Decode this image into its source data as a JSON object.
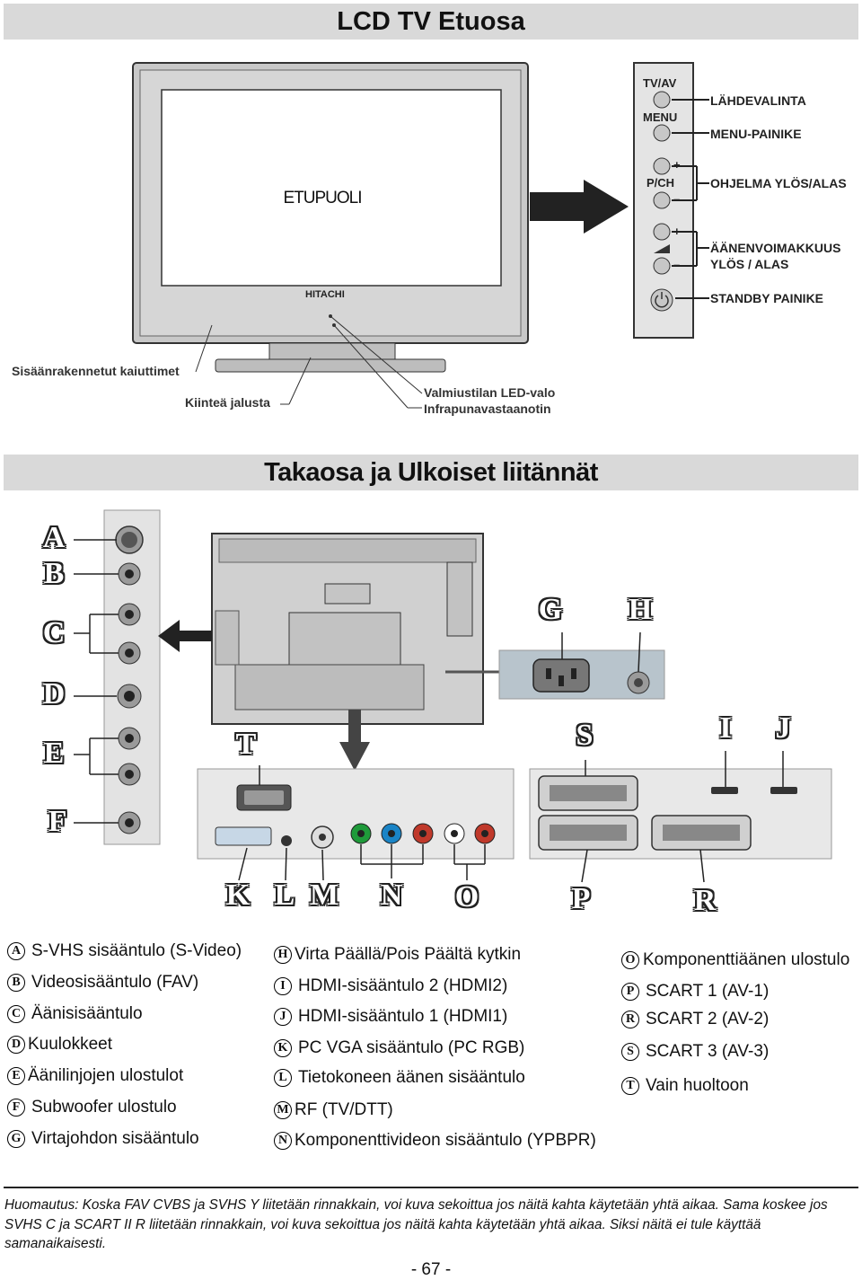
{
  "title_front": "LCD TV Etuosa",
  "title_back": "Takaosa ja Ulkoiset liitännät",
  "front": {
    "screen_label": "ETUPUOLI",
    "brand": "HITACHI",
    "speakers": "Sisäänrakennetut kaiuttimet",
    "stand": "Kiinteä jalusta",
    "led": "Valmiustilan LED-valo",
    "ir": "Infrapunavastaanotin"
  },
  "controls": {
    "tvav": "TV/AV",
    "menu": "MENU",
    "pch": "P/CH",
    "plus": "+",
    "minus": "–",
    "source_label": "LÄHDEVALINTA",
    "menu_label": "MENU-PAINIKE",
    "prog_label": "OHJELMA YLÖS/ALAS",
    "vol_label_1": "ÄÄNENVOIMAKKUUS",
    "vol_label_2": "YLÖS / ALAS",
    "standby_label": "STANDBY PAINIKE"
  },
  "letters": {
    "A": "A",
    "B": "B",
    "C": "C",
    "D": "D",
    "E": "E",
    "F": "F",
    "G": "G",
    "H": "H",
    "I": "I",
    "J": "J",
    "K": "K",
    "L": "L",
    "M": "M",
    "N": "N",
    "O": "O",
    "P": "P",
    "R": "R",
    "S": "S",
    "T": "T"
  },
  "legend": {
    "col1": [
      {
        "letter": "A",
        "text": "S-VHS sisääntulo (S-Video)"
      },
      {
        "letter": "B",
        "text": "Videosisääntulo (FAV)"
      },
      {
        "letter": "C",
        "text": "Äänisisääntulo"
      },
      {
        "letter": "D",
        "text": "Kuulokkeet"
      },
      {
        "letter": "E",
        "text": "Äänilinjojen ulostulot"
      },
      {
        "letter": "F",
        "text": "Subwoofer ulostulo"
      },
      {
        "letter": "G",
        "text": "Virtajohdon sisääntulo"
      }
    ],
    "col2": [
      {
        "letter": "H",
        "text": "Virta Päällä/Pois Päältä kytkin"
      },
      {
        "letter": "I",
        "text": "HDMI-sisääntulo 2 (HDMI2)"
      },
      {
        "letter": "J",
        "text": "HDMI-sisääntulo 1 (HDMI1)"
      },
      {
        "letter": "K",
        "text": "PC VGA sisääntulo (PC RGB)"
      },
      {
        "letter": "L",
        "text": "Tietokoneen äänen sisääntulo"
      },
      {
        "letter": "M",
        "text": "RF (TV/DTT)"
      },
      {
        "letter": "N",
        "text": "Komponenttivideon sisääntulo (YPBPR)"
      }
    ],
    "col3": [
      {
        "letter": "O",
        "text": "Komponenttiäänen ulostulo"
      },
      {
        "letter": "P",
        "text": "SCART 1 (AV-1)"
      },
      {
        "letter": "R",
        "text": "SCART 2 (AV-2)"
      },
      {
        "letter": "S",
        "text": "SCART 3 (AV-3)"
      },
      {
        "letter": "T",
        "text": "Vain huoltoon"
      }
    ]
  },
  "note": "Huomautus: Koska FAV CVBS ja SVHS Y liitetään rinnakkain, voi kuva sekoittua jos näitä kahta käytetään yhtä aikaa. Sama koskee jos SVHS C ja SCART II R liitetään rinnakkain, voi kuva sekoittua jos näitä kahta käytetään yhtä aikaa. Siksi näitä ei tule käyttää samanaikaisesti.",
  "page_number": "- 67 -"
}
